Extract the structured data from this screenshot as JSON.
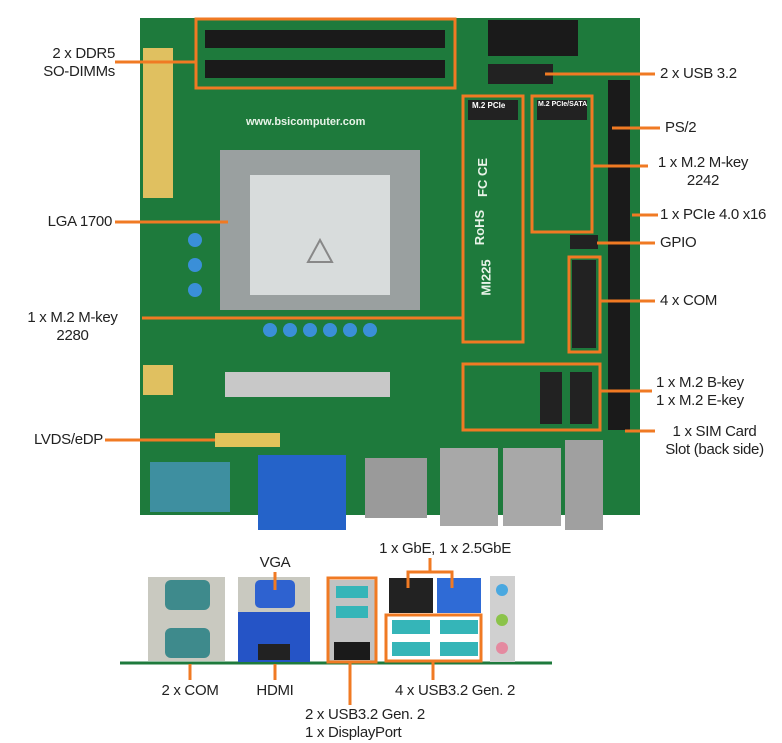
{
  "board_silkscreen": {
    "website": "www.bsicomputer.com",
    "model": "MI225",
    "m2_pcie": "M.2 PCIe",
    "m2_pcie_sata": "M.2 PCIe/SATA",
    "rohs": "RoHS",
    "fcc_ce": "FC CE"
  },
  "callouts_left": {
    "ddr5_line1": "2 x DDR5",
    "ddr5_line2": "SO-DIMMs",
    "lga": "LGA 1700",
    "m2_2280_line1": "1 x M.2 M-key",
    "m2_2280_line2": "2280",
    "lvds": "LVDS/eDP"
  },
  "callouts_right": {
    "usb32": "2 x USB 3.2",
    "ps2": "PS/2",
    "m2_2242_line1": "1 x M.2 M-key",
    "m2_2242_line2": "2242",
    "pcie": "1 x PCIe 4.0 x16",
    "gpio": "GPIO",
    "com4": "4 x COM",
    "bkey": "1 x M.2 B-key",
    "ekey": "1 x M.2 E-key",
    "sim_line1": "1 x SIM Card",
    "sim_line2": "Slot (back side)"
  },
  "callouts_io": {
    "vga": "VGA",
    "lan": "1 x GbE, 1 x 2.5GbE",
    "com2": "2 x COM",
    "hdmi": "HDMI",
    "usb_dp_line1": "2 x USB3.2 Gen. 2",
    "usb_dp_line2": "1 x DisplayPort",
    "usb4": "4 x USB3.2 Gen. 2"
  },
  "colors": {
    "accent": "#f07a23",
    "pcb": "#1e7a3c",
    "text": "#222222"
  }
}
